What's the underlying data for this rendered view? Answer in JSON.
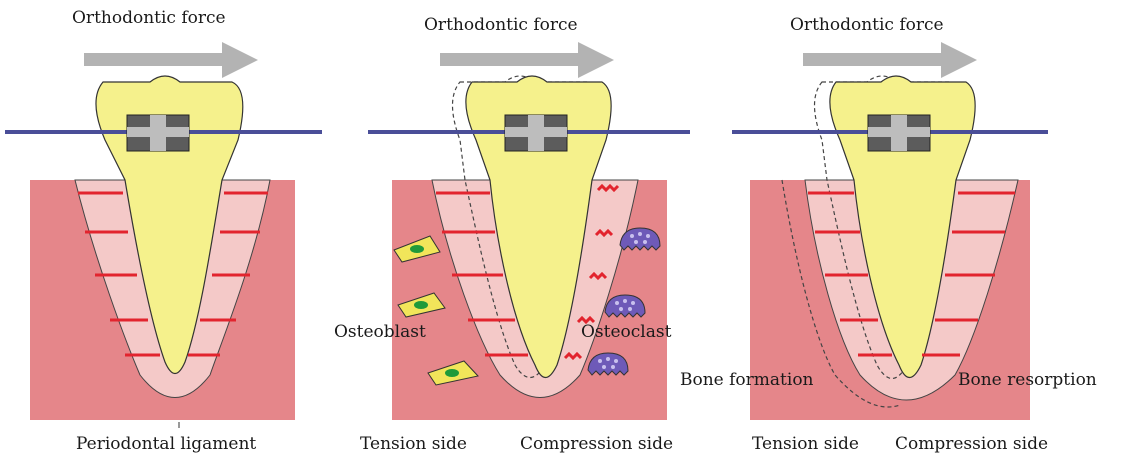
{
  "panels": [
    {
      "force_label": "Orthodontic force",
      "bottom_labels": {
        "single": "Periodontal ligament"
      }
    },
    {
      "force_label": "Orthodontic force",
      "bottom_labels": {
        "left": "Tension side",
        "right": "Compression side"
      },
      "cell_labels": {
        "left": "Osteoblast",
        "right": "Osteoclast"
      }
    },
    {
      "force_label": "Orthodontic force",
      "bottom_labels": {
        "left": "Tension side",
        "right": "Compression side"
      },
      "process_labels": {
        "left": "Bone formation",
        "right": "Bone resorption"
      }
    }
  ],
  "colors": {
    "bone": "#e5868a",
    "ligament": "#f4c9c8",
    "tooth": "#f5f18c",
    "fiber": "#e2242e",
    "wire": "#4a4e98",
    "arrow": "#b3b3b3",
    "bracket": "#5c5c5c",
    "bracket_center": "#bdbdbd",
    "osteoblast": "#f1e55a",
    "osteoblast_nucleus": "#1f9a3a",
    "osteoclast": "#6e5ab8"
  }
}
